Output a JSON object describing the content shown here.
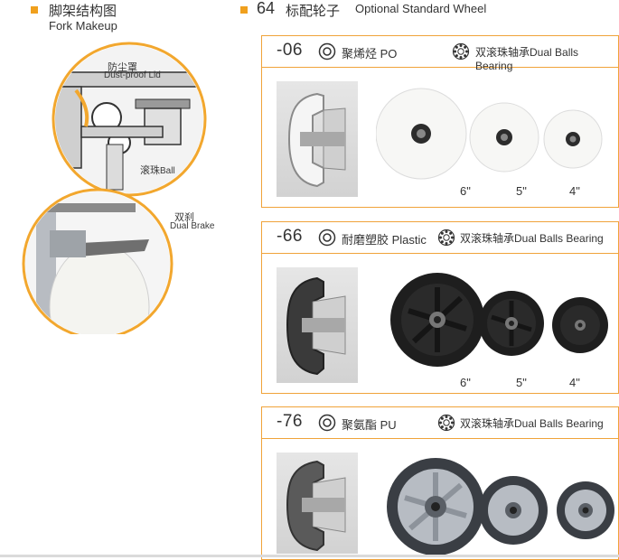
{
  "left_section": {
    "title_cn": "脚架结构图",
    "title_en": "Fork Makeup"
  },
  "right_section": {
    "number": "64",
    "title_cn": "标配轮子",
    "title_en": "Optional Standard Wheel"
  },
  "callouts": {
    "dust_cn": "防尘罩",
    "dust_en": "Dust-proof Lid",
    "ball_cn": "滚珠",
    "ball_en": "Ball",
    "brake_cn": "双刹",
    "brake_en": "Dual Brake"
  },
  "wheels": [
    {
      "code": "-06",
      "material": "聚烯烃 PO",
      "bearing": "双滚珠轴承Dual Balls Bearing",
      "sizes": [
        "6\"",
        "5\"",
        "4\""
      ]
    },
    {
      "code": "-66",
      "material": "耐磨塑胶  Plastic",
      "bearing": "双滚珠轴承Dual Balls Bearing",
      "sizes": [
        "6\"",
        "5\"",
        "4\""
      ]
    },
    {
      "code": "-76",
      "material": "聚氨酯  PU",
      "bearing": "双滚珠轴承Dual Balls Bearing",
      "sizes": []
    }
  ],
  "colors": {
    "accent": "#f0a01e",
    "border": "#f0a33a"
  }
}
